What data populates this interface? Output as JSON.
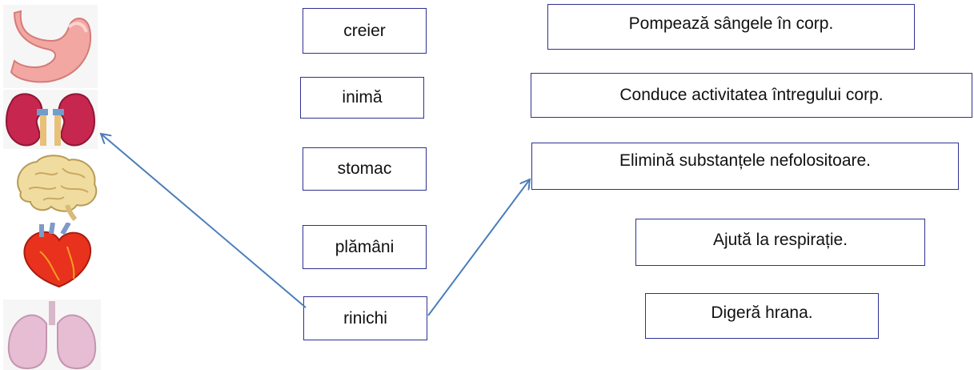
{
  "organ_images": [
    {
      "name": "stomach-image",
      "icon": "stomach-icon"
    },
    {
      "name": "kidneys-image",
      "icon": "kidneys-icon"
    },
    {
      "name": "brain-image",
      "icon": "brain-icon"
    },
    {
      "name": "heart-image",
      "icon": "heart-icon"
    },
    {
      "name": "lungs-image",
      "icon": "lungs-icon"
    }
  ],
  "words": [
    "creier",
    "inimă",
    "stomac",
    "plămâni",
    "rinichi"
  ],
  "functions": [
    "Pompează sângele în corp.",
    "Conduce activitatea întregului corp.",
    "Elimină substanțele nefolositoare.",
    "Ajută la respirație.",
    "Digeră hrana."
  ],
  "connections": [
    {
      "from": "rinichi",
      "to": "kidneys-image"
    },
    {
      "from": "rinichi",
      "to": "Elimină substanțele nefolositoare."
    }
  ],
  "colors": {
    "box_border": "#2e3192",
    "arrow": "#4a7ebb"
  }
}
